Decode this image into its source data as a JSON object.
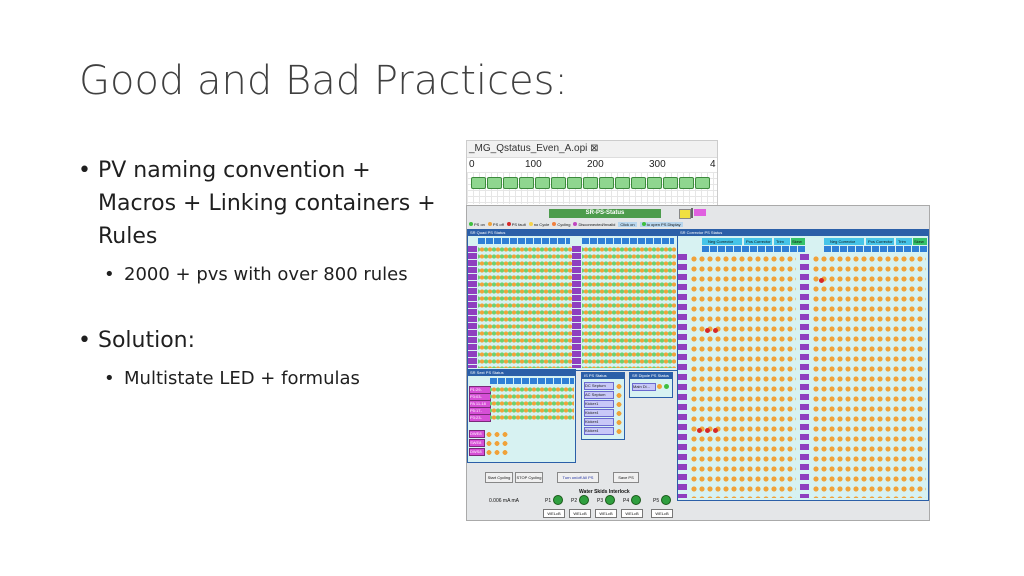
{
  "slide": {
    "title": "Good and Bad Practices:",
    "bullets": [
      {
        "text": "PV naming convention + Macros + Linking containers + Rules",
        "sub": [
          "2000 + pvs with over 800 rules"
        ]
      },
      {
        "text": "Solution:",
        "sub": [
          "Multistate LED + formulas"
        ]
      }
    ]
  },
  "editor": {
    "tab_label": "_MG_Qstatus_Even_A.opi",
    "ruler_ticks": [
      "0",
      "100",
      "200",
      "300",
      "4"
    ]
  },
  "panel": {
    "title": "SR-PS-Status",
    "legend": [
      "PS on",
      "PS off",
      "PS fault",
      "no Cycle",
      "Cycling",
      "Disconnected/Invalid",
      "Click on",
      "to open PS Display"
    ],
    "sections": {
      "quad": "SR Quad PS Status",
      "corrector": "SR Corrector PS Status",
      "sext": "SR Sext PS Status",
      "is": "IS PS Status",
      "dipole": "SR Dipole PS Status"
    },
    "corrector_headers": [
      "Neg Corrector",
      "Pos Corrector",
      "Trim",
      "Skew",
      "Neg Corrector",
      "Pos Corrector",
      "Trim",
      "Skew"
    ],
    "sext_rows": [
      "P1:29-",
      "P3:03-",
      "PA 11-18",
      "P5:17-",
      "P3:23-",
      "DWE8",
      "SWE8",
      "DWS8"
    ],
    "is_rows": [
      "DC Septum",
      "AC Septum",
      "Kicker1",
      "Kicker4",
      "Kicker4",
      "Kicker4"
    ],
    "dipole_rows": [
      "Main Di..."
    ],
    "buttons": {
      "start_cycling": "Start Cycling",
      "stop_cycling": "STOP Cycling",
      "turn_all": "Turn on/off All PS",
      "save": "Save PS"
    },
    "water": {
      "label": "Water Skids  Interlock",
      "pumps": [
        "P1",
        "P2",
        "P3",
        "P4",
        "P5"
      ],
      "reset": "WELcB"
    },
    "current_readout": "0.006 mA mA"
  },
  "colors": {
    "quad_led": "#f0a23a",
    "ok_led": "#6fcf6f",
    "fault_led": "#d62828",
    "header_blue": "#2b5fa8",
    "section_bg": "#d7f2f2"
  }
}
